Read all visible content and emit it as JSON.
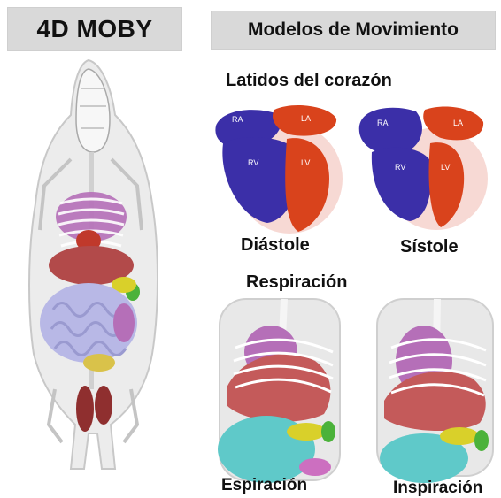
{
  "left_panel": {
    "title": "4D MOBY"
  },
  "right_panel": {
    "title": "Modelos de Movimiento",
    "heart_section": {
      "title": "Latidos del corazón",
      "panels": [
        {
          "caption": "Diástole",
          "chambers": [
            "RA",
            "LA",
            "RV",
            "LV"
          ]
        },
        {
          "caption": "Sístole",
          "chambers": [
            "RA",
            "LA",
            "RV",
            "LV"
          ]
        }
      ]
    },
    "respiration_section": {
      "title": "Respiración",
      "panels": [
        {
          "caption": "Espiración"
        },
        {
          "caption": "Inspiración"
        }
      ]
    }
  },
  "colors": {
    "header_bg": "#d9d9d9",
    "ventricle_right": "#3b2fa8",
    "ventricle_left": "#d9431c",
    "liver": "#b24a4a",
    "lung": "#b56fb8",
    "intestine": "#b8b8e6",
    "intestine_resp": "#5fc9c9",
    "stomach_yellow": "#d9d02a",
    "spleen_green": "#4bb23a"
  }
}
